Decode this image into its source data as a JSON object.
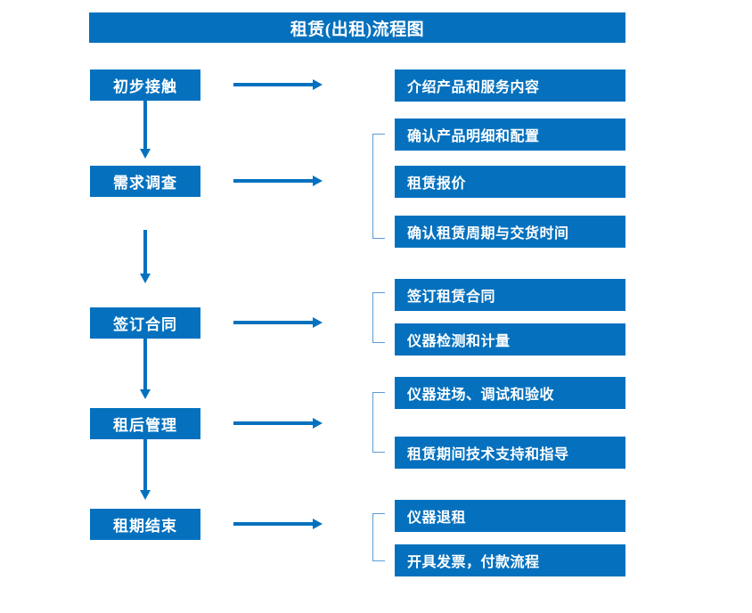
{
  "diagram": {
    "title": "租赁(出租)流程图",
    "accent_color": "#0571be",
    "bracket_color": "#5b9bd5",
    "text_color": "#ffffff",
    "background_color": "#ffffff",
    "stages": [
      {
        "id": "stage-1",
        "label": "初步接触",
        "details": [
          "介绍产品和服务内容"
        ]
      },
      {
        "id": "stage-2",
        "label": "需求调查",
        "details": [
          "确认产品明细和配置",
          "租赁报价",
          "确认租赁周期与交货时间"
        ]
      },
      {
        "id": "stage-3",
        "label": "签订合同",
        "details": [
          "签订租赁合同",
          "仪器检测和计量"
        ]
      },
      {
        "id": "stage-4",
        "label": "租后管理",
        "details": [
          "仪器进场、调试和验收",
          "租赁期间技术支持和指导"
        ]
      },
      {
        "id": "stage-5",
        "label": "租期结束",
        "details": [
          "仪器退租",
          "开具发票，付款流程"
        ]
      }
    ]
  },
  "boxes": {
    "stage_1": "初步接触",
    "stage_2": "需求调查",
    "stage_3": "签订合同",
    "stage_4": "租后管理",
    "stage_5": "租期结束",
    "detail_1_1": "介绍产品和服务内容",
    "detail_2_1": "确认产品明细和配置",
    "detail_2_2": "租赁报价",
    "detail_2_3": "确认租赁周期与交货时间",
    "detail_3_1": "签订租赁合同",
    "detail_3_2": "仪器检测和计量",
    "detail_4_1": "仪器进场、调试和验收",
    "detail_4_2": "租赁期间技术支持和指导",
    "detail_5_1": "仪器退租",
    "detail_5_2": "开具发票，付款流程"
  }
}
